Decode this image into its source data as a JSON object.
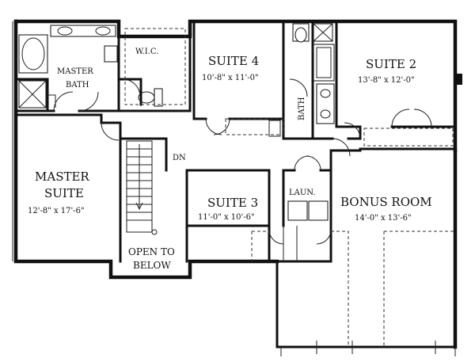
{
  "rooms": {
    "suite4": {
      "name": "SUITE 4",
      "dims": "10'-8\" x 11'-0\""
    },
    "suite2": {
      "name": "SUITE 2",
      "dims": "13'-8\" x 12'-0\""
    },
    "master_bath": {
      "line1": "MASTER",
      "line2": "BATH"
    },
    "wic": {
      "name": "W.I.C."
    },
    "bath": {
      "name": "BATH"
    },
    "master_suite": {
      "line1": "MASTER",
      "line2": "SUITE",
      "dims": "12'-8\" x 17'-6\""
    },
    "suite3": {
      "name": "SUITE 3",
      "dims": "11'-0\" x 10'-6\""
    },
    "laundry": {
      "name": "LAUN."
    },
    "bonus_room": {
      "name": "BONUS ROOM",
      "dims": "14'-0\" x 13'-6\""
    },
    "open_below": {
      "line1": "OPEN TO",
      "line2": "BELOW"
    }
  },
  "stair": {
    "direction": "DN"
  }
}
